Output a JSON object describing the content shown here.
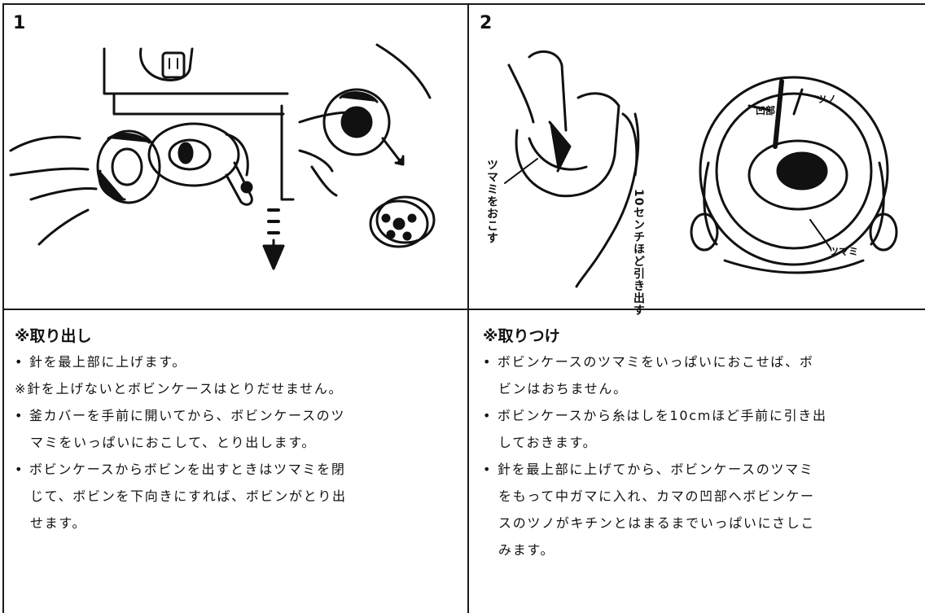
{
  "panel1": {
    "number": "1",
    "heading": "※取り出し",
    "lines": [
      "• 針を最上部に上げます。",
      "※針を上げないとボビンケースはとりだせません。",
      "• 釜カバーを手前に開いてから、ボビンケースのツ",
      "マミをいっぱいにおこして、とり出します。",
      "• ボビンケースからボビンを出すときはツマミを閉",
      "じて、ボビンを下向きにすれば、ボビンがとり出",
      "せます。"
    ]
  },
  "panel2": {
    "number": "2",
    "heading": "※取りつけ",
    "labels": {
      "knob_raise": "ツマミをおこす",
      "pull_out": "10センチほど引き出す",
      "recess": "凹部",
      "horn": "ツノ",
      "knob": "ツマミ"
    },
    "lines": [
      "• ボビンケースのツマミをいっぱいにおこせば、ボ",
      "ビンはおちません。",
      "• ボビンケースから糸はしを10cmほど手前に引き出",
      "しておきます。",
      "• 針を最上部に上げてから、ボビンケースのツマミ",
      "をもって中ガマに入れ、カマの凹部へボビンケー",
      "スのツノがキチンとはまるまでいっぱいにさしこ",
      "みます。"
    ]
  },
  "colors": {
    "ink": "#111111",
    "paper": "#ffffff"
  }
}
